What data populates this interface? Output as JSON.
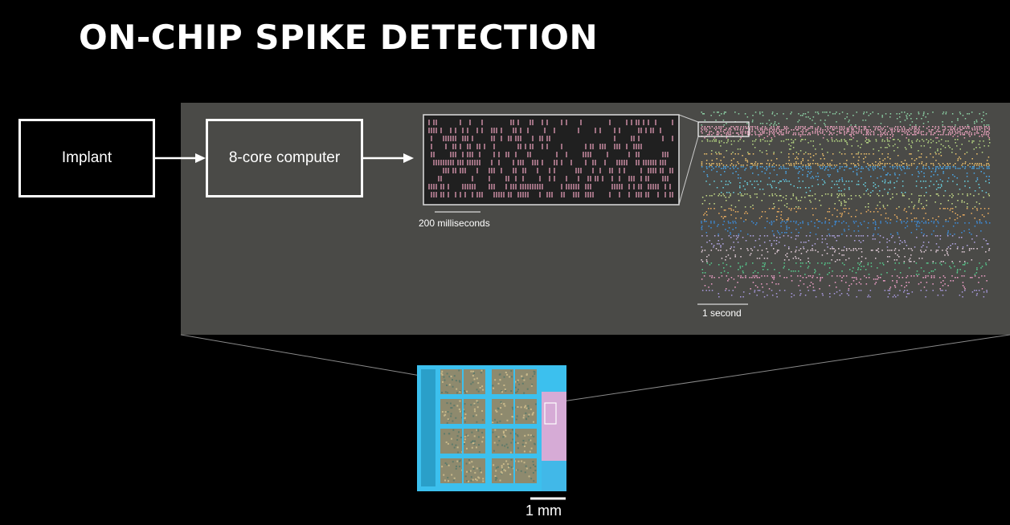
{
  "title": "ON-CHIP SPIKE DETECTION",
  "flow": {
    "implant_label": "Implant",
    "computer_label": "8-core computer"
  },
  "scale_bars": {
    "zoom_raster": "200 milliseconds",
    "full_raster": "1 second",
    "chip": "1 mm"
  },
  "colors": {
    "background": "#000000",
    "panel": "#4a4a47",
    "spike_pink": "#f2a6c3",
    "chip_blue": "#3cc0ee",
    "chip_pink": "#e7a9d3",
    "raster_palette": [
      "#8fd6a8",
      "#f29ab8",
      "#b8d984",
      "#f3c56d",
      "#4aa9ec",
      "#69d6e6",
      "#c9e08a",
      "#f0b060",
      "#3c8fe0",
      "#b4a8e8",
      "#e6d0dc",
      "#58d090",
      "#f0a0c8",
      "#a99be0"
    ]
  }
}
